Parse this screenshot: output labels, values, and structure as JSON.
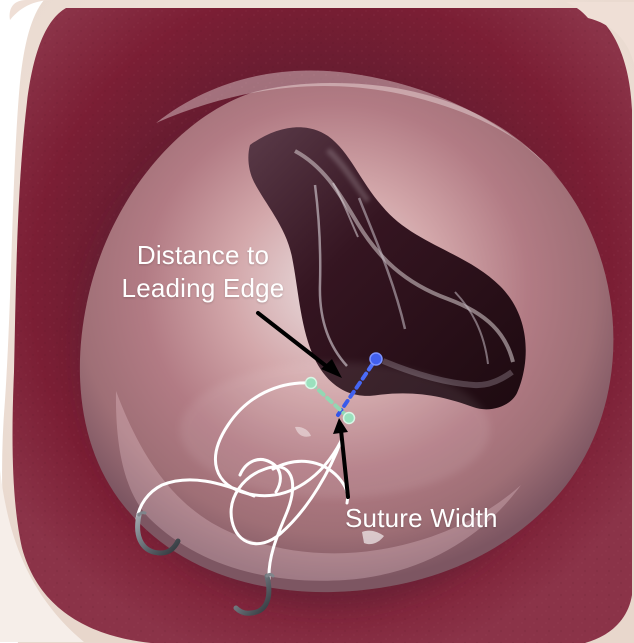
{
  "annotations": {
    "distance_label": [
      "Distance to",
      "Leading Edge"
    ],
    "suture_width_label": "Suture Width"
  },
  "colors": {
    "tissue_outer": "#f2e1d6",
    "tissue_ring": "#7b1e34",
    "tissue_inner": "#4f1626",
    "valve_leaflet": "#d1a3a6",
    "valve_shadow": "#7d6470",
    "opening_dark": "#2a1018",
    "arrow": "#000000",
    "blue_marker": "#3b5be3",
    "green_marker": "#9bd8b6",
    "suture": "#ffffff",
    "needle": "#555c63"
  }
}
